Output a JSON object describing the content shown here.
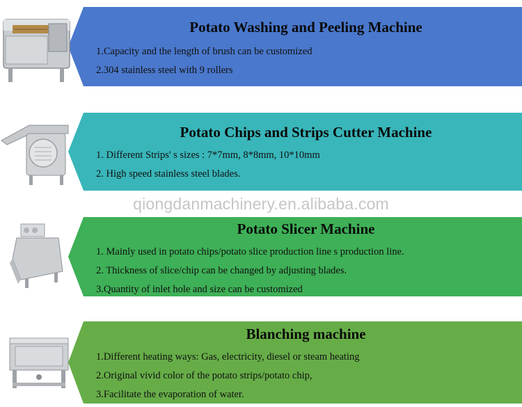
{
  "colors": {
    "washing": "#4a78cc",
    "cutter": "#39b6ba",
    "slicer": "#3eb057",
    "blanching": "#66ad48"
  },
  "watermark": "qiongdanmachinery.en.alibaba.com",
  "sections": [
    {
      "title": "Potato Washing and  Peeling Machine",
      "features": [
        "1.Capacity and the length of brush can be customized",
        "2.304 stainless steel with 9 rollers"
      ]
    },
    {
      "title": "Potato Chips and Strips Cutter Machine",
      "features": [
        "1. Different Strips' s sizes :  7*7mm, 8*8mm, 10*10mm",
        "2. High speed stainless steel blades."
      ]
    },
    {
      "title": "Potato  Slicer Machine",
      "features": [
        "1. Mainly used in potato chips/potato slice production line s production line.",
        "2. Thickness of slice/chip can be changed by adjusting blades.",
        "3.Quantity of inlet hole and size can be customized"
      ]
    },
    {
      "title": "Blanching machine",
      "features": [
        "1.Different heating ways: Gas, electricity, diesel or steam heating",
        "2.Original vivid color of the potato strips/potato chip,",
        "3.Facilitate the evaporation of water."
      ]
    }
  ]
}
